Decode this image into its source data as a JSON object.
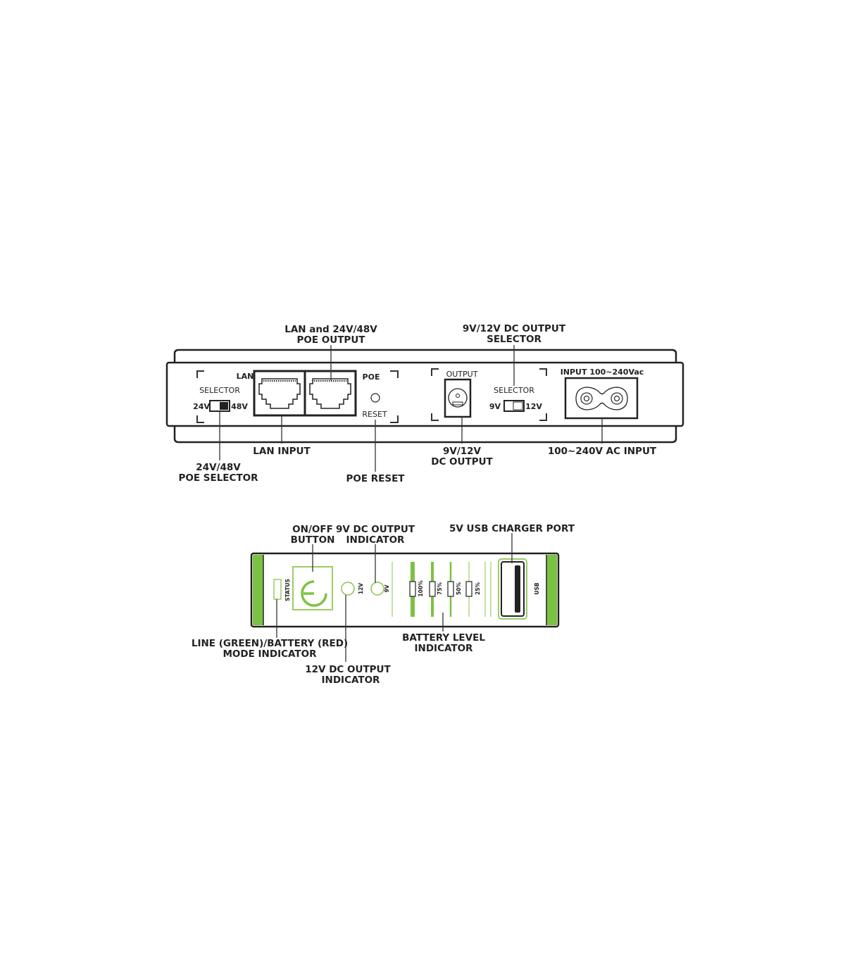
{
  "colors": {
    "accent": "#7cc242",
    "outline": "#222222"
  },
  "rear_panel": {
    "callouts": {
      "lan_poe_output": [
        "LAN and 24V/48V",
        "POE OUTPUT"
      ],
      "dc_selector": [
        "9V/12V DC OUTPUT",
        "SELECTOR"
      ],
      "lan_input": "LAN INPUT",
      "poe_selector": [
        "24V/48V",
        "POE SELECTOR"
      ],
      "poe_reset": "POE RESET",
      "dc_output": [
        "9V/12V",
        "DC OUTPUT"
      ],
      "ac_input": "100~240V AC INPUT"
    },
    "panel": {
      "poe_selector_label": "SELECTOR",
      "poe_24v": "24V",
      "poe_48v": "48V",
      "lan": "LAN",
      "poe": "POE",
      "reset": "RESET",
      "output": "OUTPUT",
      "dc_selector_label": "SELECTOR",
      "dc_9v": "9V",
      "dc_12v": "12V",
      "input": "INPUT 100~240Vac"
    }
  },
  "front_panel": {
    "callouts": {
      "on_off": [
        "ON/OFF",
        "BUTTON"
      ],
      "ind_9v": [
        "9V DC OUTPUT",
        "INDICATOR"
      ],
      "usb_port": "5V USB CHARGER PORT",
      "mode": [
        "LINE (GREEN)/BATTERY (RED)",
        "MODE INDICATOR"
      ],
      "ind_12v": [
        "12V DC OUTPUT",
        "INDICATOR"
      ],
      "battery": [
        "BATTERY LEVEL",
        "INDICATOR"
      ]
    },
    "panel": {
      "status": "STATUS",
      "v12": "12V",
      "v9": "9V",
      "usb": "USB",
      "levels": [
        "100%",
        "75%",
        "50%",
        "25%"
      ]
    }
  }
}
